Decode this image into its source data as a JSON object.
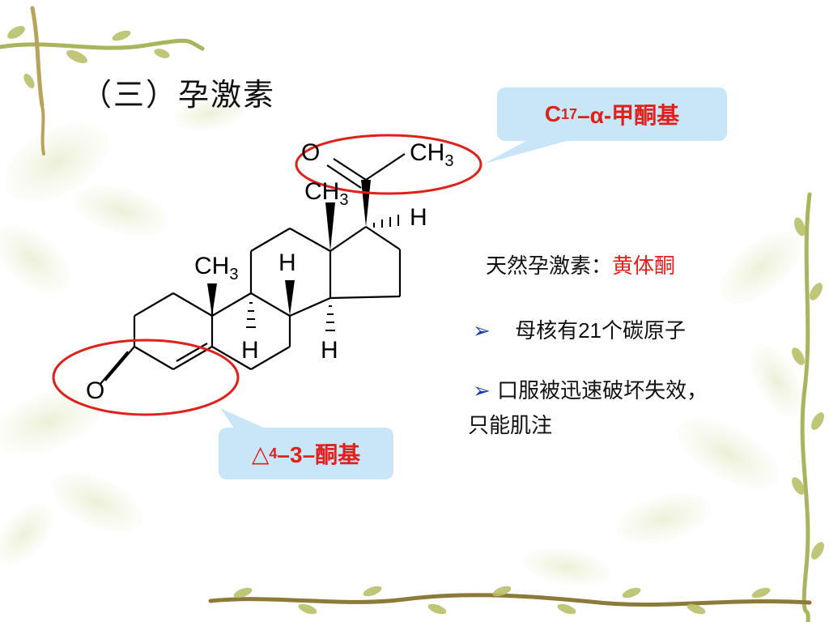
{
  "title": "（三）孕激素",
  "callouts": {
    "c17": {
      "prefix": "C",
      "sub": "17",
      "suffix": "–α-甲酮基"
    },
    "delta": {
      "symbol": "△",
      "sup": "4",
      "suffix": "–3–酮基"
    }
  },
  "molecule": {
    "labels": {
      "acetyl_o": "O",
      "acetyl_ch3": "CH",
      "acetyl_ch3_sub": "3",
      "c13_ch3": "CH",
      "c13_ch3_sub": "3",
      "c17_h": "H",
      "c10_ch3": "CH",
      "c10_ch3_sub": "3",
      "c8_h": "H",
      "c9_h": "H",
      "c14_h": "H",
      "c3_o": "O"
    }
  },
  "info": {
    "natural_label": "天然孕激素：",
    "natural_value": "黄体酮",
    "bullets": [
      {
        "symbol": "➢",
        "text_a": "母核有",
        "number": "21",
        "text_b": "个碳原子"
      },
      {
        "symbol": "➢",
        "line1": "口服被迅速破坏失效，",
        "line2": "只能肌注"
      }
    ]
  },
  "colors": {
    "accent_red": "#e0201a",
    "callout_bg": "#c9e6f8",
    "bullet_blue": "#1f3fa8",
    "vine_green": "#a9b45c",
    "vine_brown": "#8c7a3a"
  }
}
